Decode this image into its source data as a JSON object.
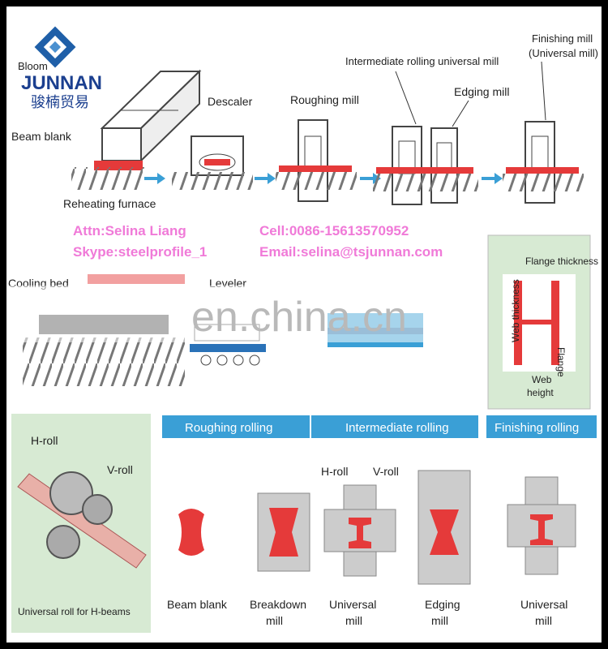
{
  "brand": {
    "name": "JUNNAN",
    "name_cn": "骏楠贸易"
  },
  "top_row": {
    "bloom_label": "Bloom",
    "beam_blank_label": "Beam blank",
    "furnace_label": "Reheating furnace",
    "descaler_label": "Descaler",
    "roughing_label": "Roughing mill",
    "intermediate_label": "Intermediate rolling universal mill",
    "edging_label": "Edging mill",
    "finishing_label_1": "Finishing mill",
    "finishing_label_2": "(Universal mill)"
  },
  "contact": {
    "attn": "Attn:Selina Liang",
    "cell": "Cell:0086-15613570952",
    "skype": "Skype:steelprofile_1",
    "email": "Email:selina@tsjunnan.com"
  },
  "middle_row": {
    "cooling_label": "Cooling bed",
    "leveler_label": "Leveler",
    "flange_label": "Flange thickness",
    "web_thickness_label": "Web thickness",
    "flange_width_label": "Flange",
    "web_height_label_1": "Web",
    "web_height_label_2": "height"
  },
  "watermark": "en.china.cn",
  "bottom_row": {
    "h_roll_label": "H-roll",
    "v_roll_label": "V-roll",
    "universal_roll_caption": "Universal roll for H-beams",
    "roughing_header": "Roughing rolling",
    "intermediate_header": "Intermediate rolling",
    "finishing_header": "Finishing rolling",
    "h_roll_label_2": "H-roll",
    "v_roll_label_2": "V-roll",
    "beam_blank_caption": "Beam blank",
    "breakdown_1": "Breakdown",
    "breakdown_2": "mill",
    "universal_1": "Universal",
    "universal_2": "mill",
    "edging_1": "Edging",
    "edging_2": "mill",
    "fin_universal_1": "Universal",
    "fin_universal_2": "mill"
  },
  "colors": {
    "accent_red": "#e53a3a",
    "header_blue": "#3a9fd6",
    "contact_pink": "#f07ad8",
    "panel_green": "#d7ead3",
    "arrow_blue": "#3a9fd6"
  }
}
